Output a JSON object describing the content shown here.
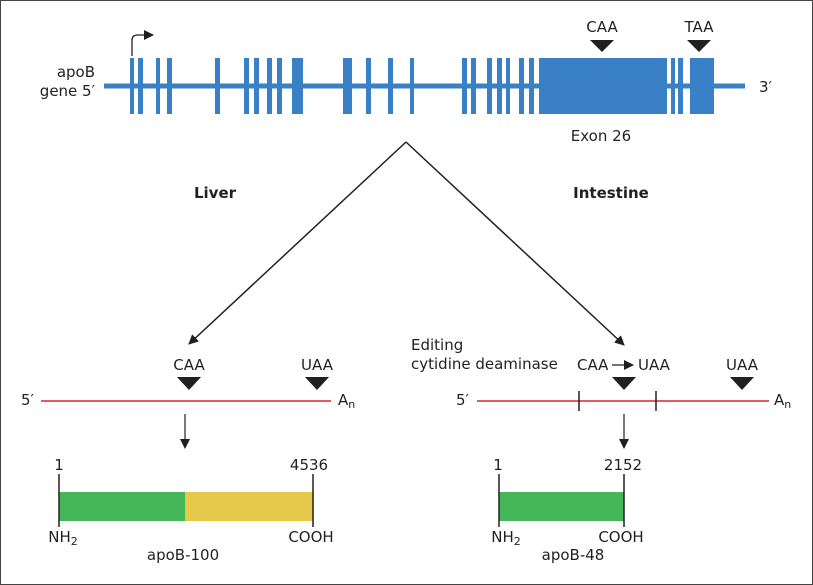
{
  "gene": {
    "label_line1": "apoB",
    "label_line2": "gene 5′",
    "three_prime": "3′",
    "codon_caa": "CAA",
    "codon_taa": "TAA",
    "exon_label": "Exon 26"
  },
  "branches": {
    "liver": "Liver",
    "intestine": "Intestine"
  },
  "liver_mrna": {
    "five_prime": "5′",
    "codon_caa": "CAA",
    "codon_uaa": "UAA",
    "poly_a": "A",
    "poly_a_sub": "n"
  },
  "intestine_mrna": {
    "editing_line1": "Editing",
    "editing_line2": "cytidine deaminase",
    "five_prime": "5′",
    "codon_caa": "CAA",
    "codon_uaa_edited": "UAA",
    "codon_uaa": "UAA",
    "poly_a": "A",
    "poly_a_sub": "n"
  },
  "apob100": {
    "start": "1",
    "end": "4536",
    "nh": "NH",
    "nh_sub": "2",
    "cooh": "COOH",
    "name": "apoB-100"
  },
  "apob48": {
    "start": "1",
    "end": "2152",
    "nh": "NH",
    "nh_sub": "2",
    "cooh": "COOH",
    "name": "apoB-48"
  },
  "colors": {
    "exon": "#3a80c6",
    "mrna": "#d9252a",
    "protein_green": "#46b758",
    "protein_yellow": "#e6c84a",
    "ink": "#231f20"
  }
}
